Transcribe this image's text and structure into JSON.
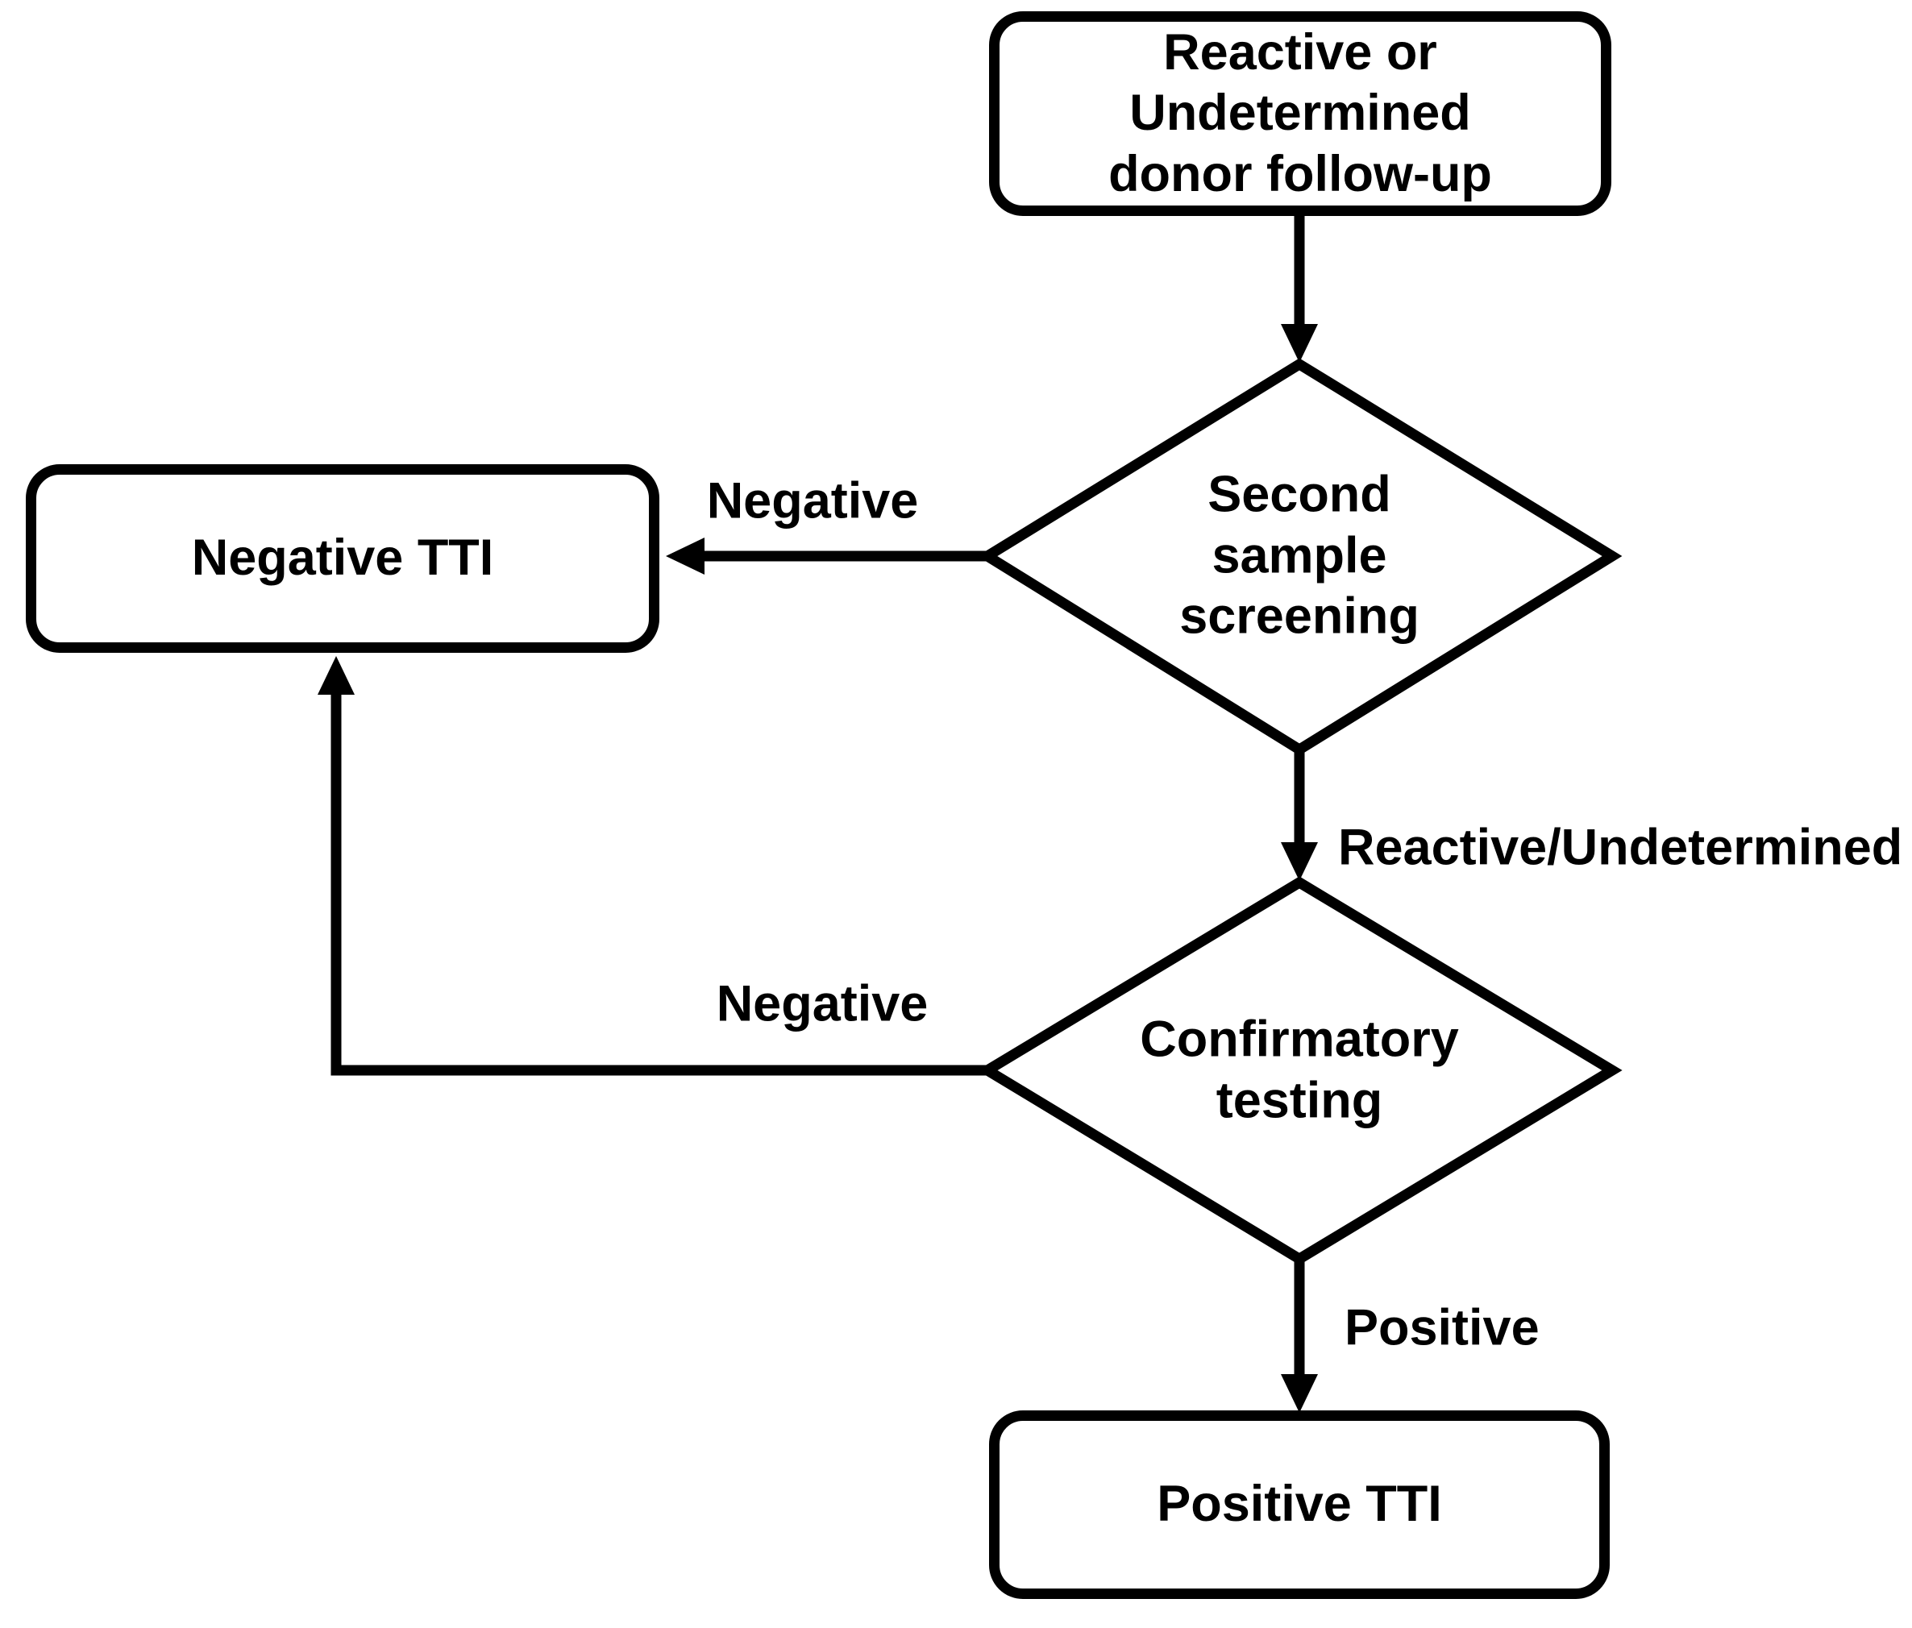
{
  "colors": {
    "background": "#ffffff",
    "line": "#000000",
    "text": "#000000",
    "node_fill": "#ffffff"
  },
  "nodes": {
    "start": {
      "label": "Reactive or\nUndetermined\ndonor follow-up",
      "shape": "rounded-rectangle"
    },
    "screening": {
      "label": "Second\nsample\nscreening",
      "shape": "diamond"
    },
    "negative_tti": {
      "label": "Negative TTI",
      "shape": "rounded-rectangle"
    },
    "confirmatory": {
      "label": "Confirmatory\ntesting",
      "shape": "diamond"
    },
    "positive_tti": {
      "label": "Positive TTI",
      "shape": "rounded-rectangle"
    }
  },
  "edge_labels": {
    "screening_negative": "Negative",
    "screening_reactive": "Reactive/Undetermined",
    "confirmatory_negative": "Negative",
    "confirmatory_positive": "Positive"
  }
}
